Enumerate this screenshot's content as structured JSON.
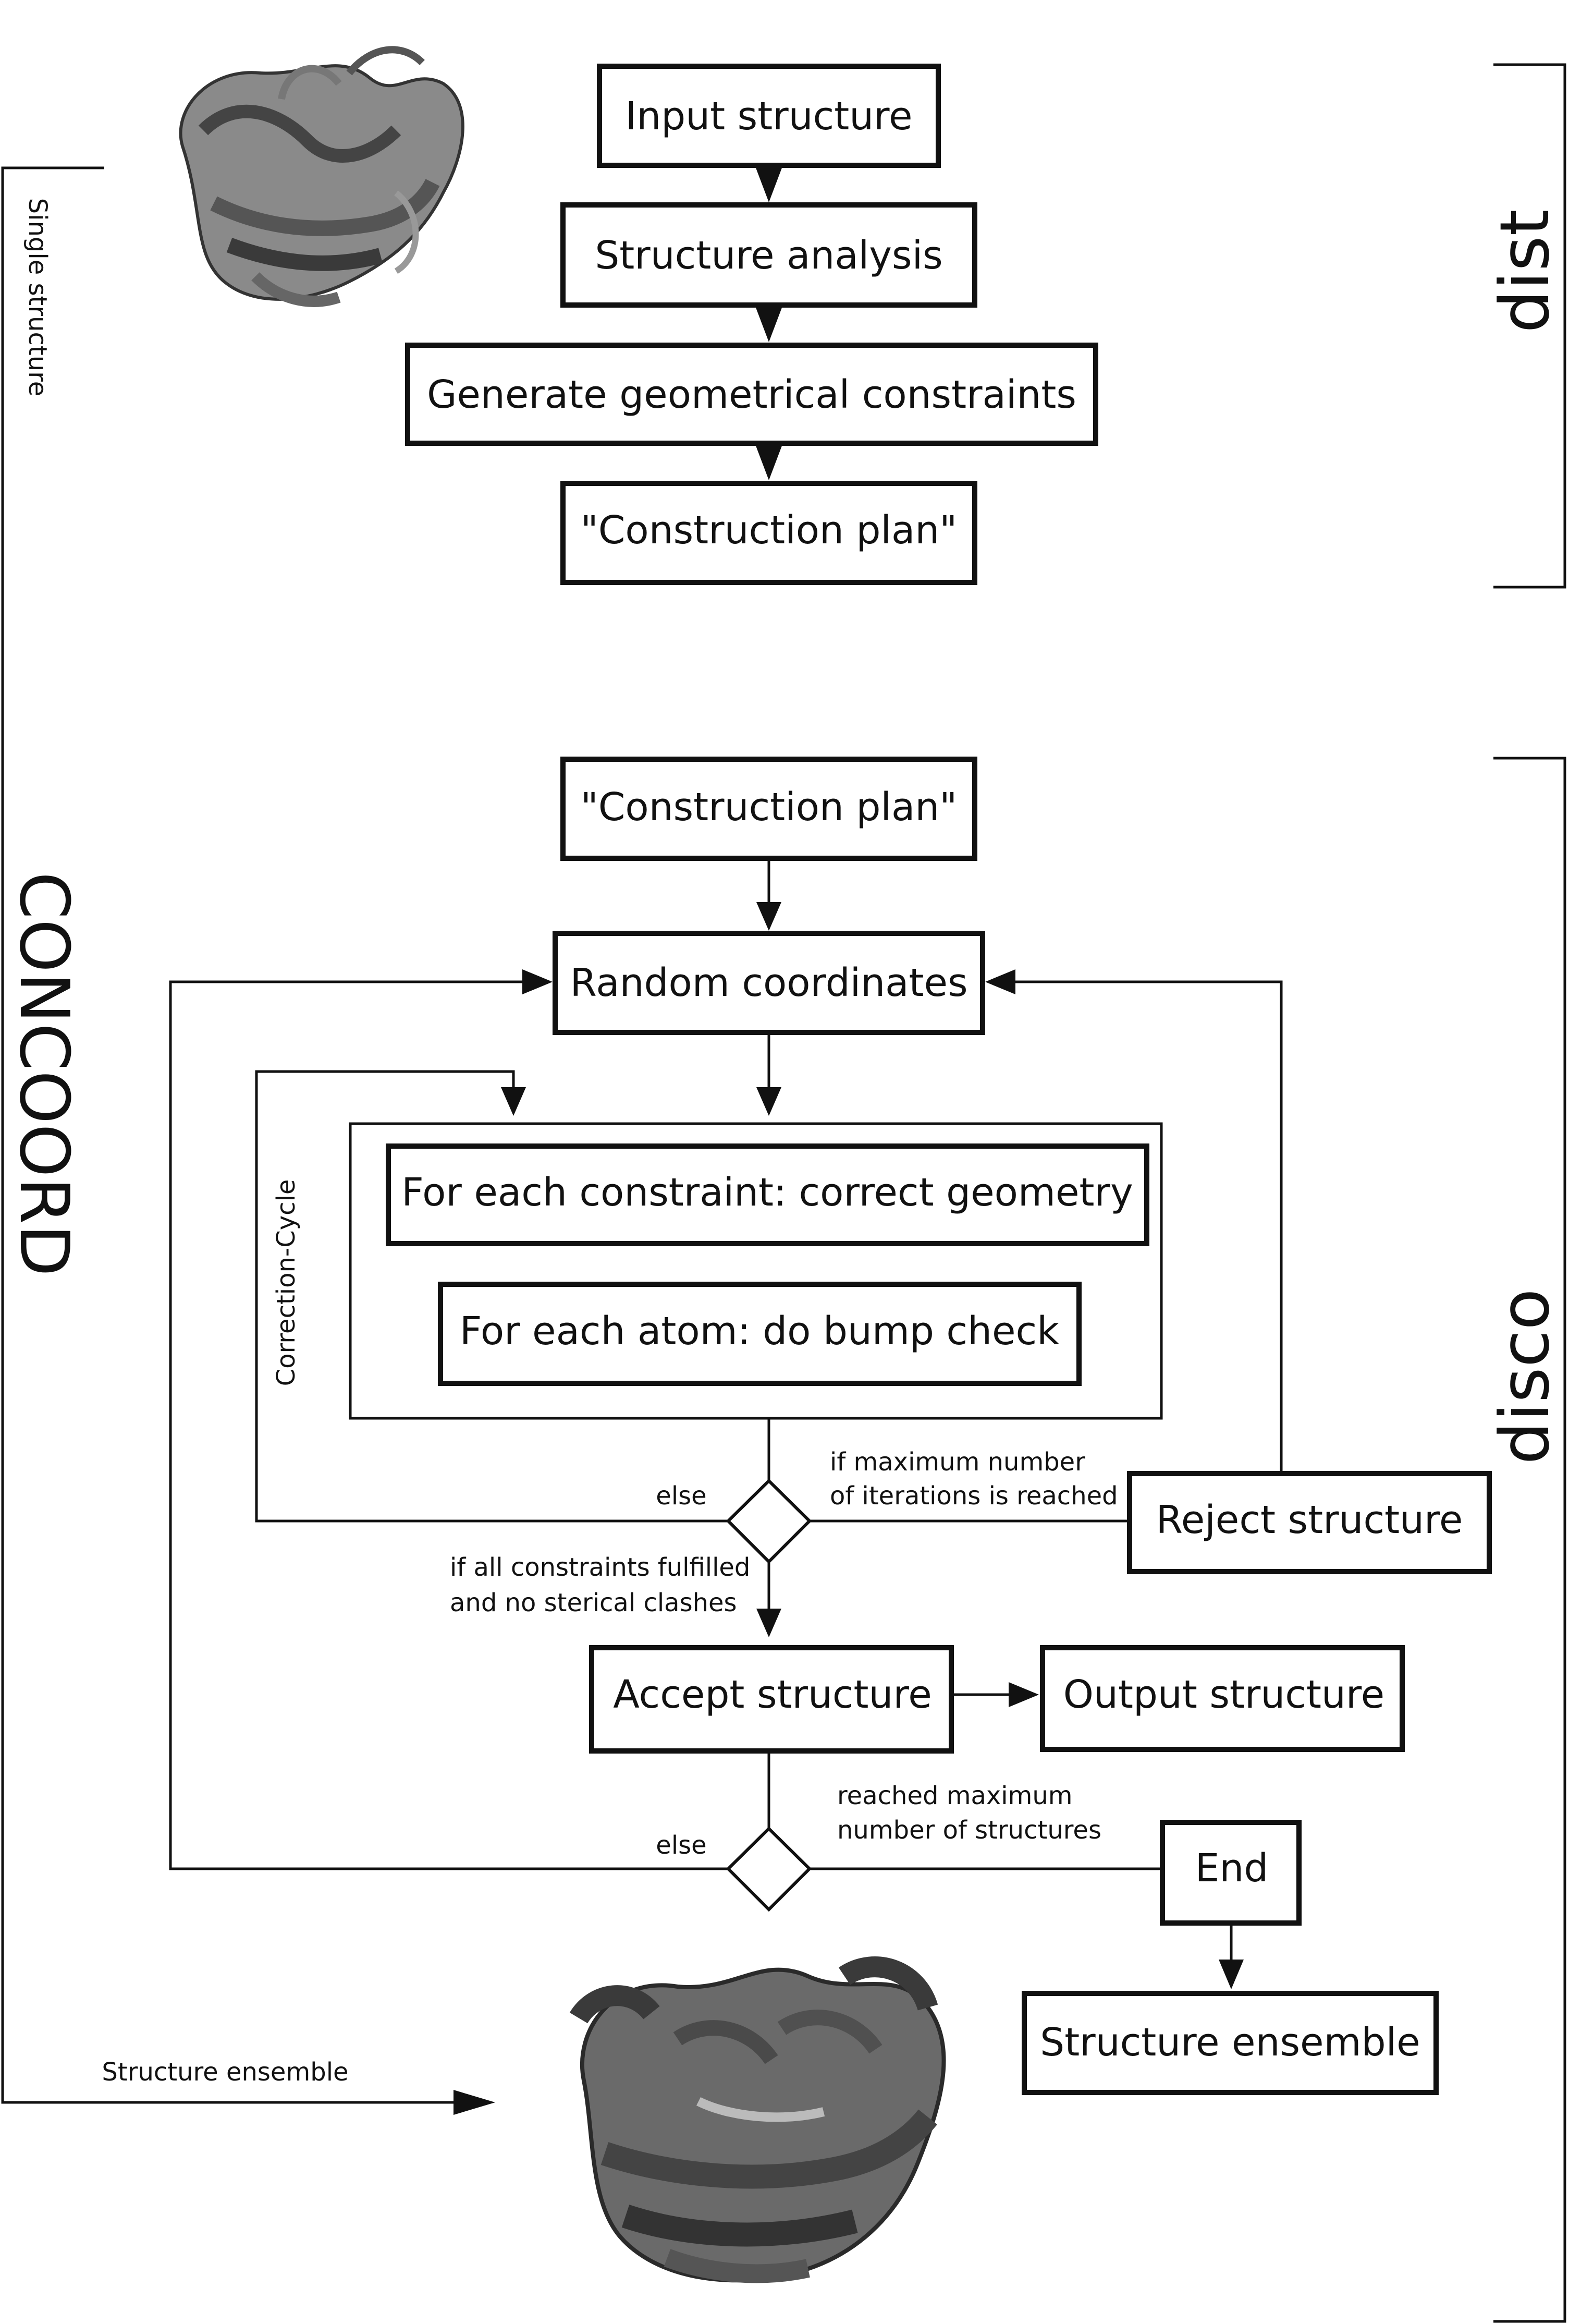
{
  "boxes": {
    "input_structure": "Input structure",
    "structure_analysis": "Structure analysis",
    "generate_constraints": "Generate geometrical constraints",
    "construction_plan_dist": "\"Construction plan\"",
    "construction_plan_disco": "\"Construction plan\"",
    "random_coordinates": "Random coordinates",
    "correct_geometry": "For each constraint: correct geometry",
    "bump_check": "For each atom: do bump check",
    "reject_structure": "Reject structure",
    "accept_structure": "Accept structure",
    "output_structure": "Output structure",
    "end": "End",
    "structure_ensemble": "Structure ensemble"
  },
  "edge_labels": {
    "else_correction": "else",
    "max_iterations_line1": "if maximum number",
    "max_iterations_line2": "of iterations is reached",
    "fulfilled_line1": "if all constraints fulfilled",
    "fulfilled_line2": "and no sterical clashes",
    "max_structures_line1": "reached maximum",
    "max_structures_line2": "number of structures",
    "else_random": "else"
  },
  "side_labels": {
    "dist": "dist",
    "disco": "disco",
    "concoord": "CONCOORD",
    "single_structure": "Single structure",
    "correction_cycle": "Correction-Cycle",
    "structure_ensemble_arrow": "Structure ensemble"
  },
  "images": {
    "single_protein": "single-structure-protein-ribbon",
    "ensemble_protein": "structure-ensemble-protein-ribbons"
  }
}
